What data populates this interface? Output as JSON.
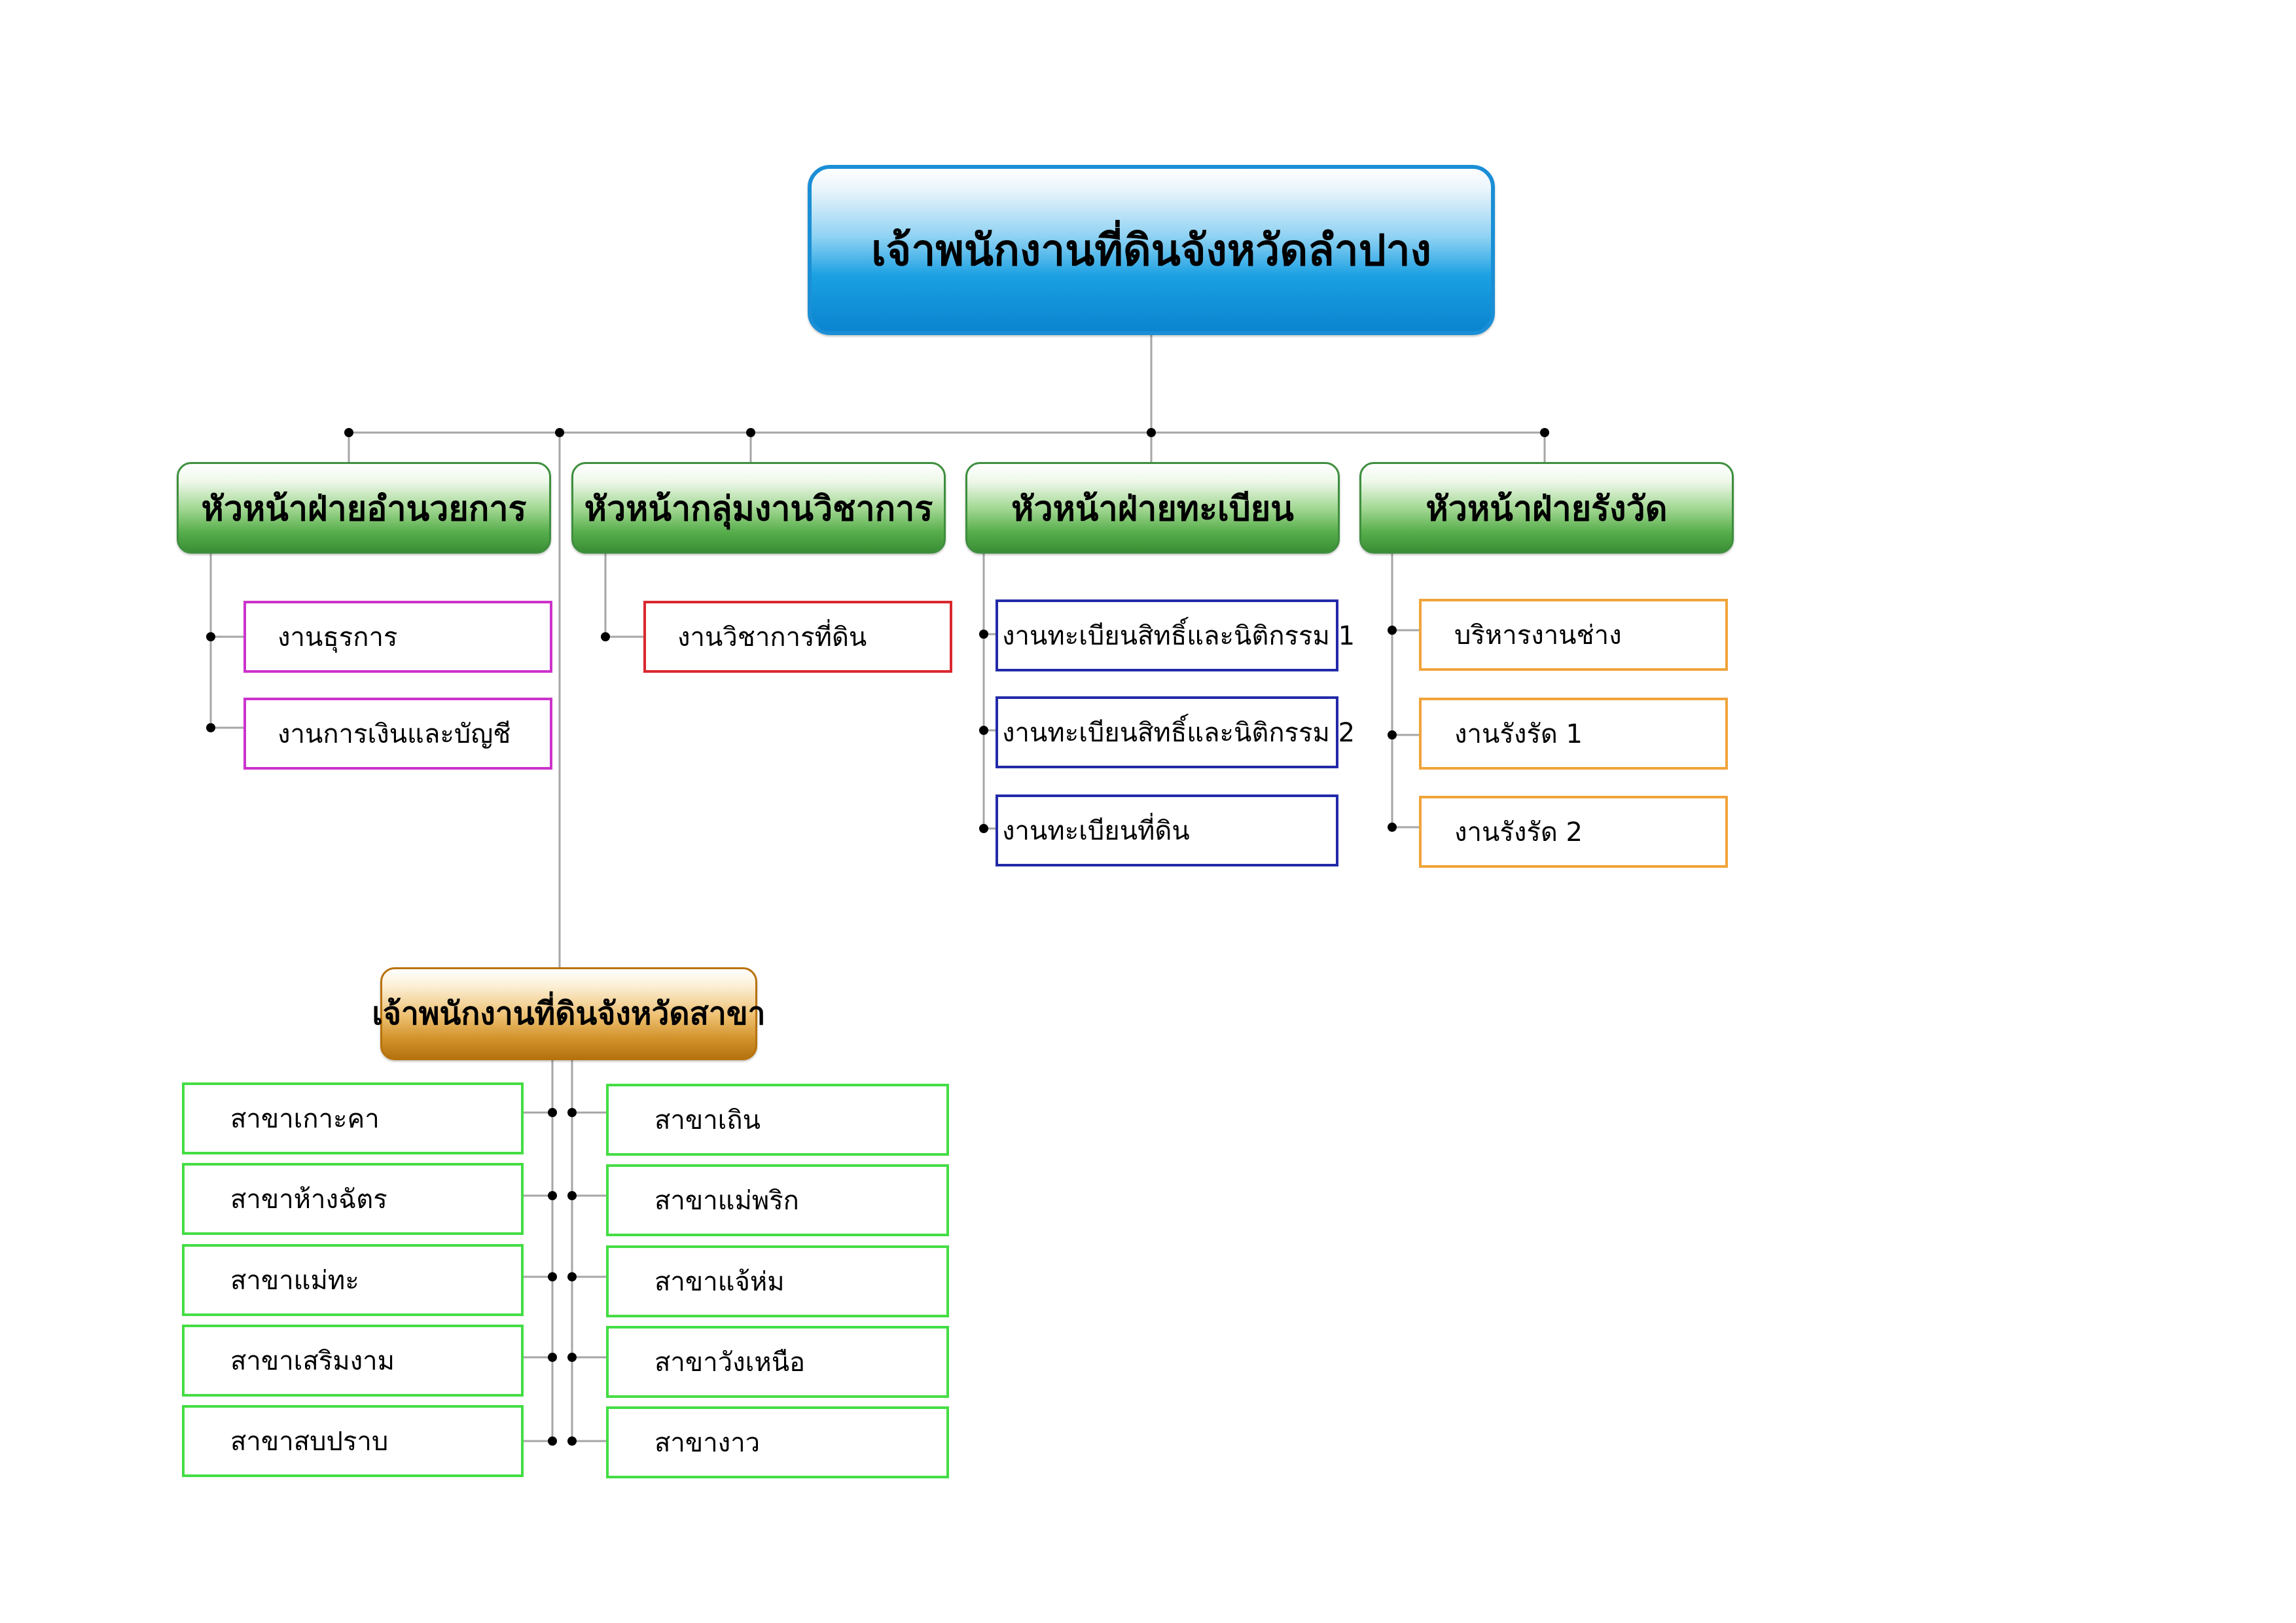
{
  "root": {
    "label": "เจ้าพนักงานที่ดินจังหวัดลำปาง"
  },
  "departments": [
    {
      "label": "หัวหน้าฝ่ายอำนวยการ",
      "items": [
        "งานธุรการ",
        "งานการเงินและบัญชี"
      ]
    },
    {
      "label": "หัวหน้ากลุ่มงานวิชาการ",
      "items": [
        "งานวิชาการที่ดิน"
      ]
    },
    {
      "label": "หัวหน้าฝ่ายทะเบียน",
      "items": [
        "งานทะเบียนสิทธิ์และนิติกรรม 1",
        "งานทะเบียนสิทธิ์และนิติกรรม 2",
        "งานทะเบียนที่ดิน"
      ]
    },
    {
      "label": "หัวหน้าฝ่ายรังวัด",
      "items": [
        "บริหารงานช่าง",
        "งานรังรัด 1",
        "งานรังรัด 2"
      ]
    }
  ],
  "branch_office": {
    "label": "เจ้าพนักงานที่ดินจังหวัดสาขา",
    "left_branches": [
      "สาขาเกาะคา",
      "สาขาห้างฉัตร",
      "สาขาแม่ทะ",
      "สาขาเสริมงาม",
      "สาขาสบปราบ"
    ],
    "right_branches": [
      "สาขาเถิน",
      "สาขาแม่พริก",
      "สาขาแจ้ห่ม",
      "สาขาวังเหนือ",
      "สาขางาว"
    ]
  },
  "colors": {
    "root_fill": "#0a84cf",
    "department_fill": "#3a8f34",
    "branch_office_fill": "#b57310",
    "admin_border": "#cc33cc",
    "technical_border": "#d9282e",
    "registration_border": "#222aa8",
    "survey_border": "#f0a43a",
    "branch_border": "#44dd44",
    "connector": "#a6a6a6"
  }
}
